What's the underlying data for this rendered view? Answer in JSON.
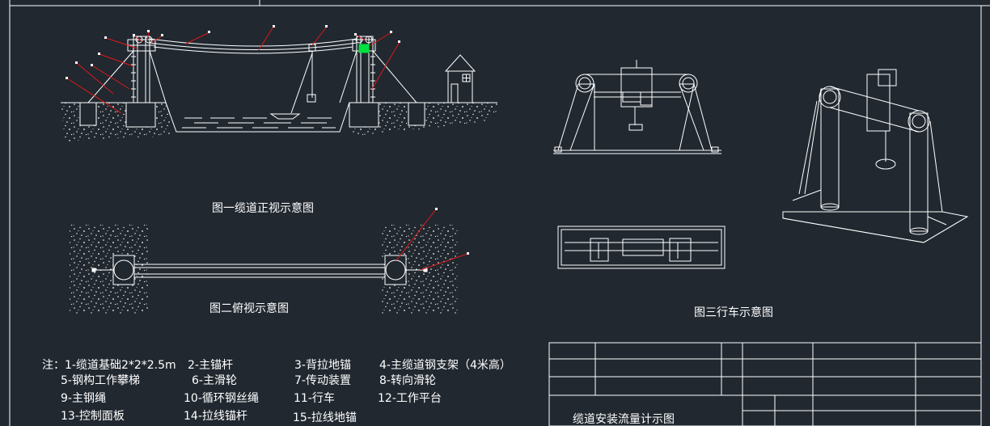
{
  "captions": {
    "fig1": "图一缆道正视示意图",
    "fig2": "图二俯视示意图",
    "fig3": "图三行车示意图"
  },
  "notes": {
    "prefix": "注：",
    "row1": [
      "1-缆道基础2*2*2.5m",
      "2-主锚杆",
      "3-背拉地锚",
      "4-主缆道钢支架（4米高）"
    ],
    "row2": [
      "5-钢构工作攀梯",
      "6-主滑轮",
      "7-传动装置",
      "8-转向滑轮"
    ],
    "row3": [
      "9-主钢绳",
      "10-循环钢丝绳",
      "11-行车",
      "12-工作平台"
    ],
    "row4": [
      "13-控制面板",
      "14-拉线锚杆",
      "15-拉线地锚"
    ]
  },
  "title_block": {
    "title": "缆道安装流量计示图"
  },
  "colors": {
    "background": "#212830",
    "line": "#ffffff",
    "leader": "#e01818",
    "highlight": "#00e040"
  }
}
